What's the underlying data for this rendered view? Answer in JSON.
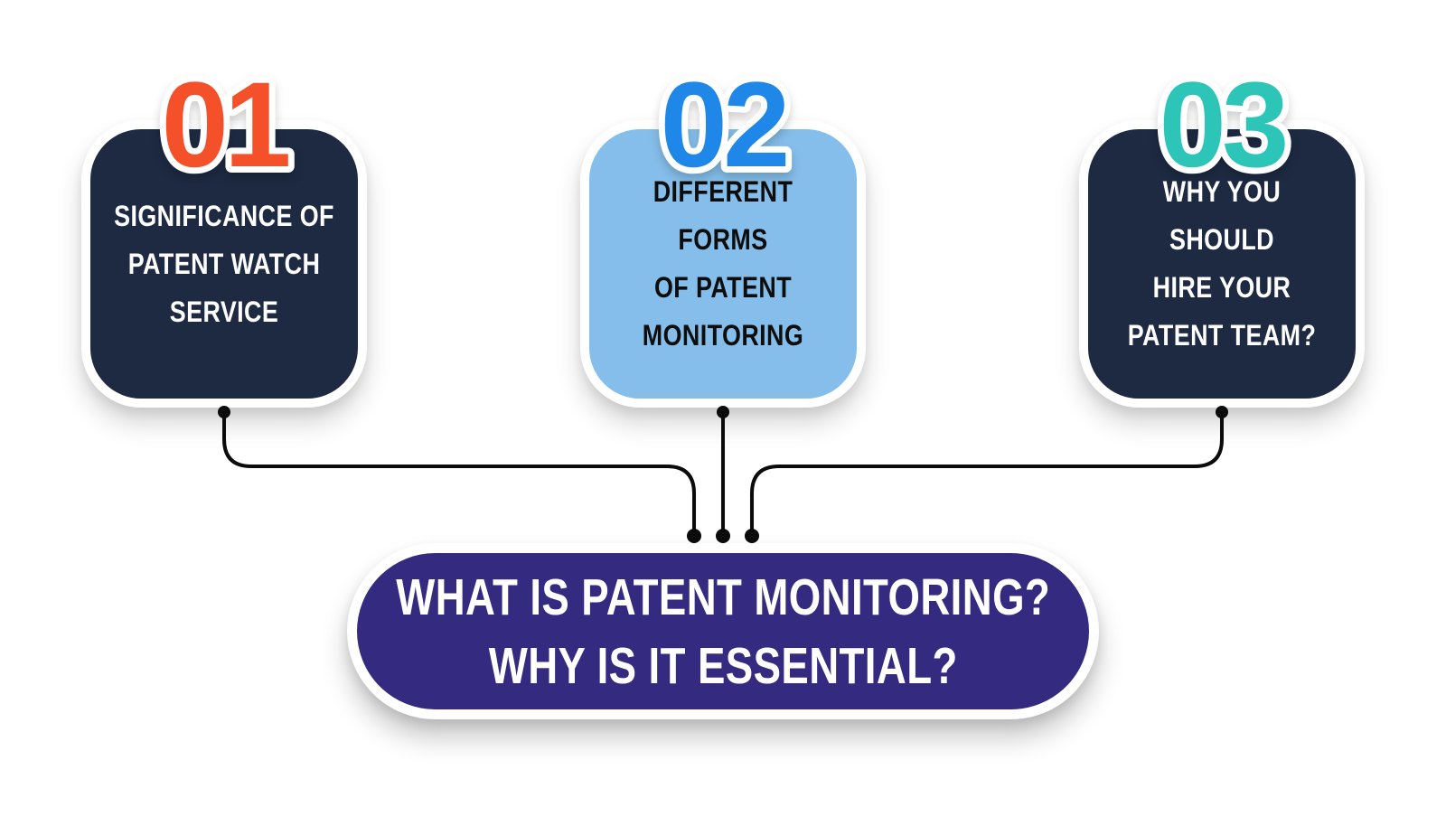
{
  "cards": [
    {
      "number": "01",
      "number_color": "#F4502A",
      "bg_color": "#1D2A42",
      "text_color": "#FFFFFF",
      "lines": [
        "SIGNIFICANCE OF",
        "PATENT WATCH",
        "SERVICE"
      ]
    },
    {
      "number": "02",
      "number_color": "#1E87E8",
      "bg_color": "#85BEEA",
      "text_color": "#0D0D0D",
      "lines": [
        "DIFFERENT FORMS",
        "OF PATENT",
        "MONITORING"
      ]
    },
    {
      "number": "03",
      "number_color": "#2CC5B7",
      "bg_color": "#1D2A42",
      "text_color": "#FFFFFF",
      "lines": [
        "WHY YOU SHOULD",
        "HIRE YOUR",
        "PATENT TEAM?"
      ]
    }
  ],
  "footer": {
    "bg_color": "#342B80",
    "text_color": "#FFFFFF",
    "lines": [
      "WHAT IS PATENT MONITORING?",
      "WHY IS IT ESSENTIAL?"
    ]
  },
  "connectors": {
    "color": "#0B0B0B"
  }
}
